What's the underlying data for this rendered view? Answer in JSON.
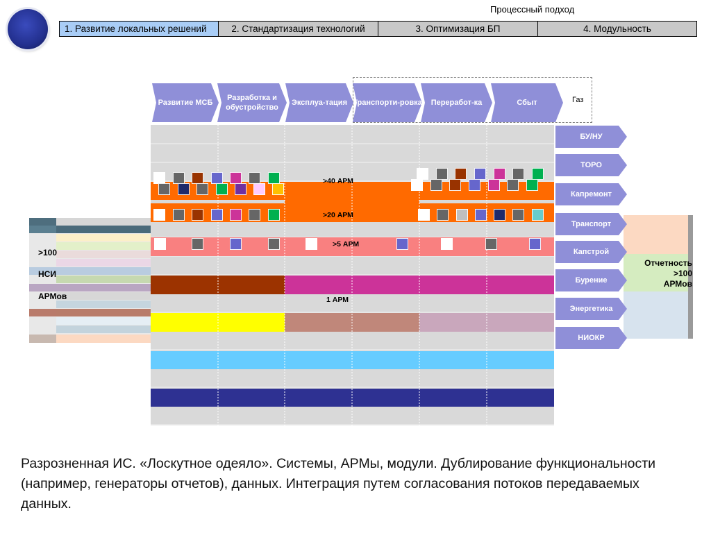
{
  "header": {
    "process_title": "Процессный подход",
    "tabs": [
      {
        "label": "1. Развитие локальных решений",
        "active": true
      },
      {
        "label": "2. Стандартизация технологий",
        "active": false
      },
      {
        "label": "3. Оптимизация БП",
        "active": false
      },
      {
        "label": "4. Модульность",
        "active": false
      }
    ]
  },
  "chain": {
    "steps": [
      "Развитие МСБ",
      "Разработка и обустройство",
      "Эксплуа-тация",
      "Транспорти-ровка",
      "Переработ-ка",
      "Сбыт"
    ],
    "gas_label": "Газ"
  },
  "grid": {
    "band_labels": {
      "arm40": ">40 АРМ",
      "arm20": ">20 АРМ",
      "arm5": ">5 АРМ",
      "arm1": "1 АРМ"
    },
    "colors": {
      "orange": "#ff6a00",
      "salmon": "#f98080",
      "brown": "#9c3300",
      "magenta": "#cc3399",
      "yellow": "#ffff00",
      "tan": "#c0877a",
      "mauve": "#c9a7bc",
      "sky": "#66ccff",
      "navy": "#2e3192",
      "gray": "#d9d9d9"
    }
  },
  "left": {
    "count": ">100",
    "nsi": "НСИ",
    "arm": "АРМов"
  },
  "right": {
    "tags": [
      "БУ/НУ",
      "ТОРО",
      "Капремонт",
      "Транспорт",
      "Капстрой",
      "Бурение",
      "Энергетика",
      "НИОКР"
    ],
    "report_title": "Отчетность",
    "report_count": ">100",
    "report_arm": "АРМов"
  },
  "caption": "Разрозненная ИС. «Лоскутное одеяло». Системы, АРМы, модули. Дублирование функциональности (например, генераторы отчетов), данных. Интеграция путем согласования потоков передаваемых данных."
}
